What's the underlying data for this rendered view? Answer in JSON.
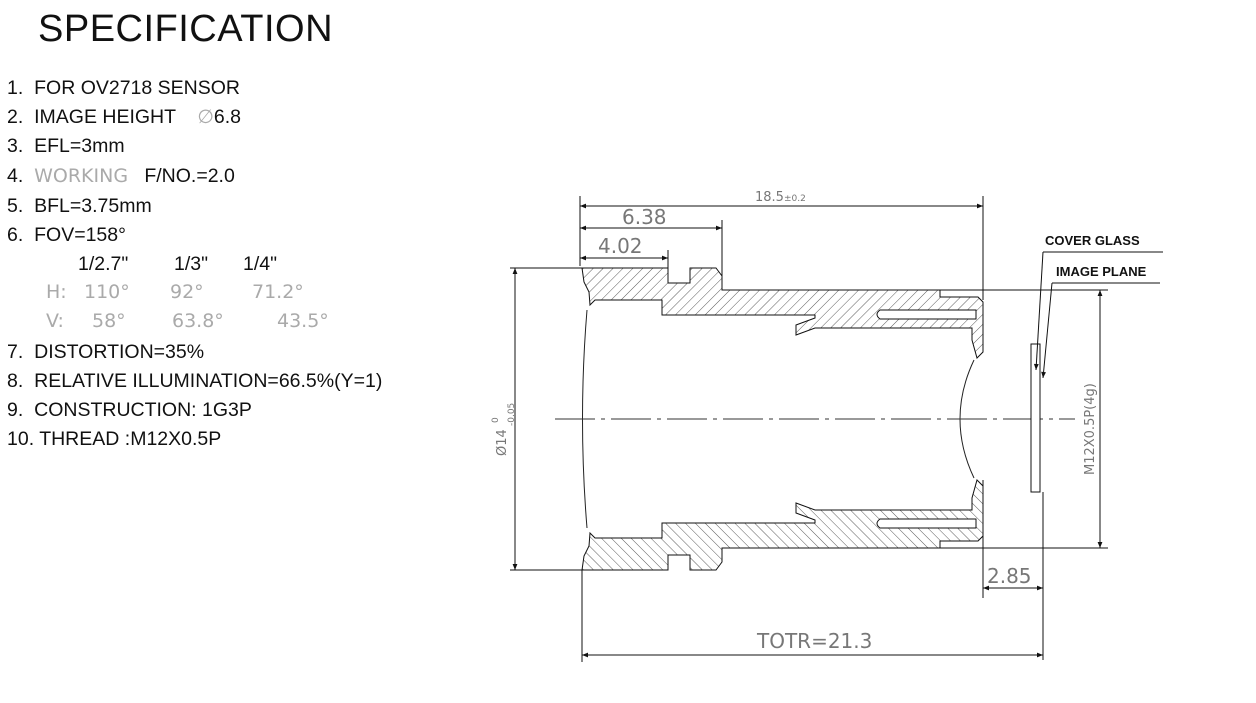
{
  "title": "SPECIFICATION",
  "specs": [
    {
      "num": "1.",
      "text": "FOR OV2718 SENSOR"
    },
    {
      "num": "2.",
      "text": "IMAGE HEIGHT",
      "symbol": "∅",
      "value": "6.8"
    },
    {
      "num": "3.",
      "text": "EFL=3mm"
    },
    {
      "num": "4.",
      "thin": "WORKING",
      "text": "F/NO.=2.0"
    },
    {
      "num": "5.",
      "text": "BFL=3.75mm"
    },
    {
      "num": "6.",
      "text": "FOV=158°"
    },
    {
      "num": "7.",
      "text": "DISTORTION=35%"
    },
    {
      "num": "8.",
      "text": "RELATIVE ILLUMINATION=66.5%(Y=1)"
    },
    {
      "num": "9.",
      "text": "CONSTRUCTION: 1G3P"
    },
    {
      "num": "10.",
      "text": "THREAD :M12X0.5P"
    }
  ],
  "fov_table": {
    "sensors": [
      "1/2.7\"",
      "1/3\"",
      "1/4\""
    ],
    "h_label": "H:",
    "h": [
      "110°",
      "92°",
      "71.2°"
    ],
    "v_label": "V:",
    "v": [
      "58°",
      "63.8°",
      "43.5°"
    ]
  },
  "drawing": {
    "overall_length": "18.5",
    "overall_tol": "±0.2",
    "dim_638": "6.38",
    "dim_402": "4.02",
    "diameter": "Ø14",
    "diameter_tol_upper": "0",
    "diameter_tol_lower": "-0.05",
    "thread": "M12X0.5P(4g)",
    "dim_285": "2.85",
    "totr": "TOTR=21.3",
    "cover_glass": "COVER GLASS",
    "image_plane": "IMAGE PLANE"
  }
}
